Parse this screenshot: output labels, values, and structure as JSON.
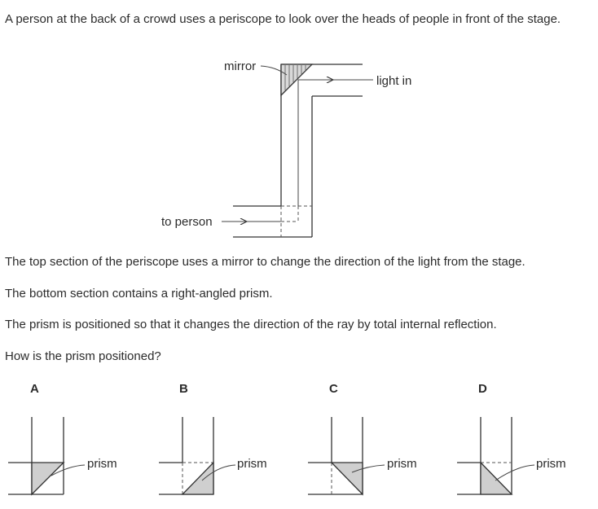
{
  "question": {
    "intro": "A person at the back of a crowd uses a periscope to look over the heads of people in front of the stage.",
    "paragraph_1": "The top section of the periscope uses a mirror to change the direction of the light from the stage.",
    "paragraph_2": "The bottom section contains a right-angled prism.",
    "paragraph_3": "The prism is positioned so that it changes the direction of the ray by total internal reflection.",
    "prompt": "How is the prism positioned?"
  },
  "periscope": {
    "mirror_label": "mirror",
    "light_in_label": "light in",
    "to_person_label": "to person"
  },
  "options": [
    {
      "letter": "A",
      "prism_label": "prism"
    },
    {
      "letter": "B",
      "prism_label": "prism"
    },
    {
      "letter": "C",
      "prism_label": "prism"
    },
    {
      "letter": "D",
      "prism_label": "prism"
    }
  ]
}
